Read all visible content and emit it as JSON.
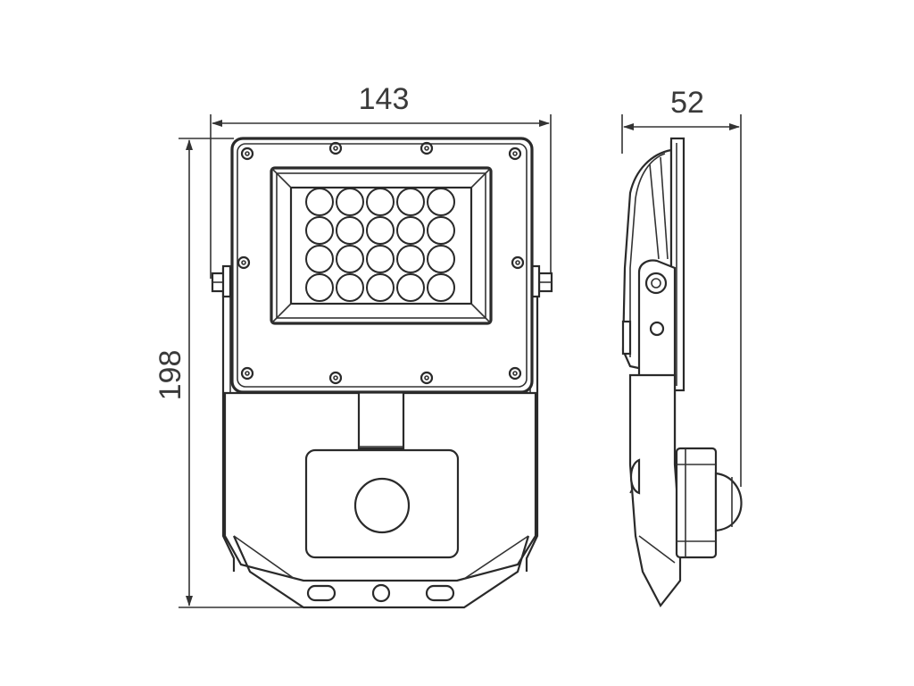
{
  "dimensions": {
    "width_label": "143",
    "height_label": "198",
    "depth_label": "52"
  },
  "colors": {
    "line": "#2a2a2a",
    "background": "#ffffff"
  },
  "led_grid": {
    "rows": 4,
    "cols": 5
  }
}
